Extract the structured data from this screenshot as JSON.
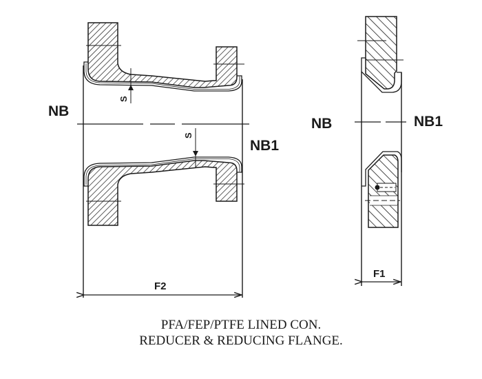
{
  "diagram": {
    "left_view": {
      "labels": {
        "nb": "NB",
        "nb1": "NB1",
        "thickness_top": "S",
        "thickness_bottom": "S",
        "length": "F2"
      }
    },
    "right_view": {
      "labels": {
        "nb": "NB",
        "nb1": "NB1",
        "length": "F1"
      }
    },
    "caption": {
      "line1": "PFA/FEP/PTFE LINED CON.",
      "line2": "REDUCER & REDUCING FLANGE."
    },
    "colors": {
      "line": "#1a1a1a",
      "background": "#ffffff"
    }
  }
}
